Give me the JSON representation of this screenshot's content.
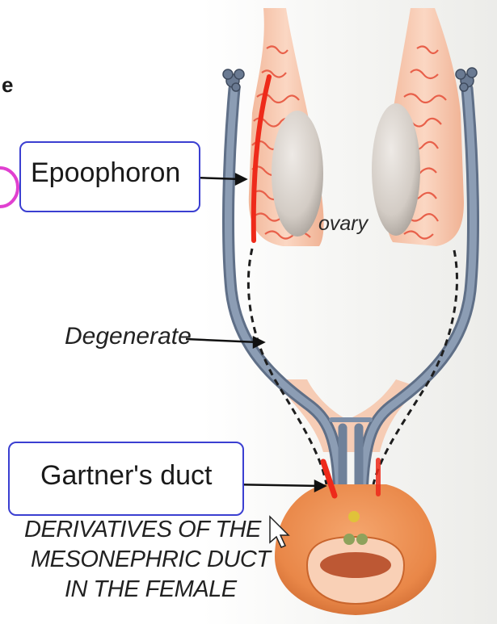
{
  "slide_fragment": "e",
  "labels": {
    "epoophoron": "Epoophoron",
    "ovary": "ovary",
    "degenerate": "Degenerate",
    "gartners_duct": "Gartner's duct"
  },
  "caption": {
    "line1": "DERIVATIVES OF THE",
    "line2": "MESONEPHRIC DUCT",
    "line3": "IN THE FEMALE"
  },
  "colors": {
    "label_box_border": "#3b3fd1",
    "vestigial_duct": "#ee2a1a",
    "duct": "#7d8fa8",
    "tissue": "#f6c4a9",
    "vessels": "#e8604a",
    "ovary": "#d9d3cc",
    "highlight_ring": "#e040d0"
  },
  "icons": {
    "cursor": "cursor-arrow-icon"
  }
}
